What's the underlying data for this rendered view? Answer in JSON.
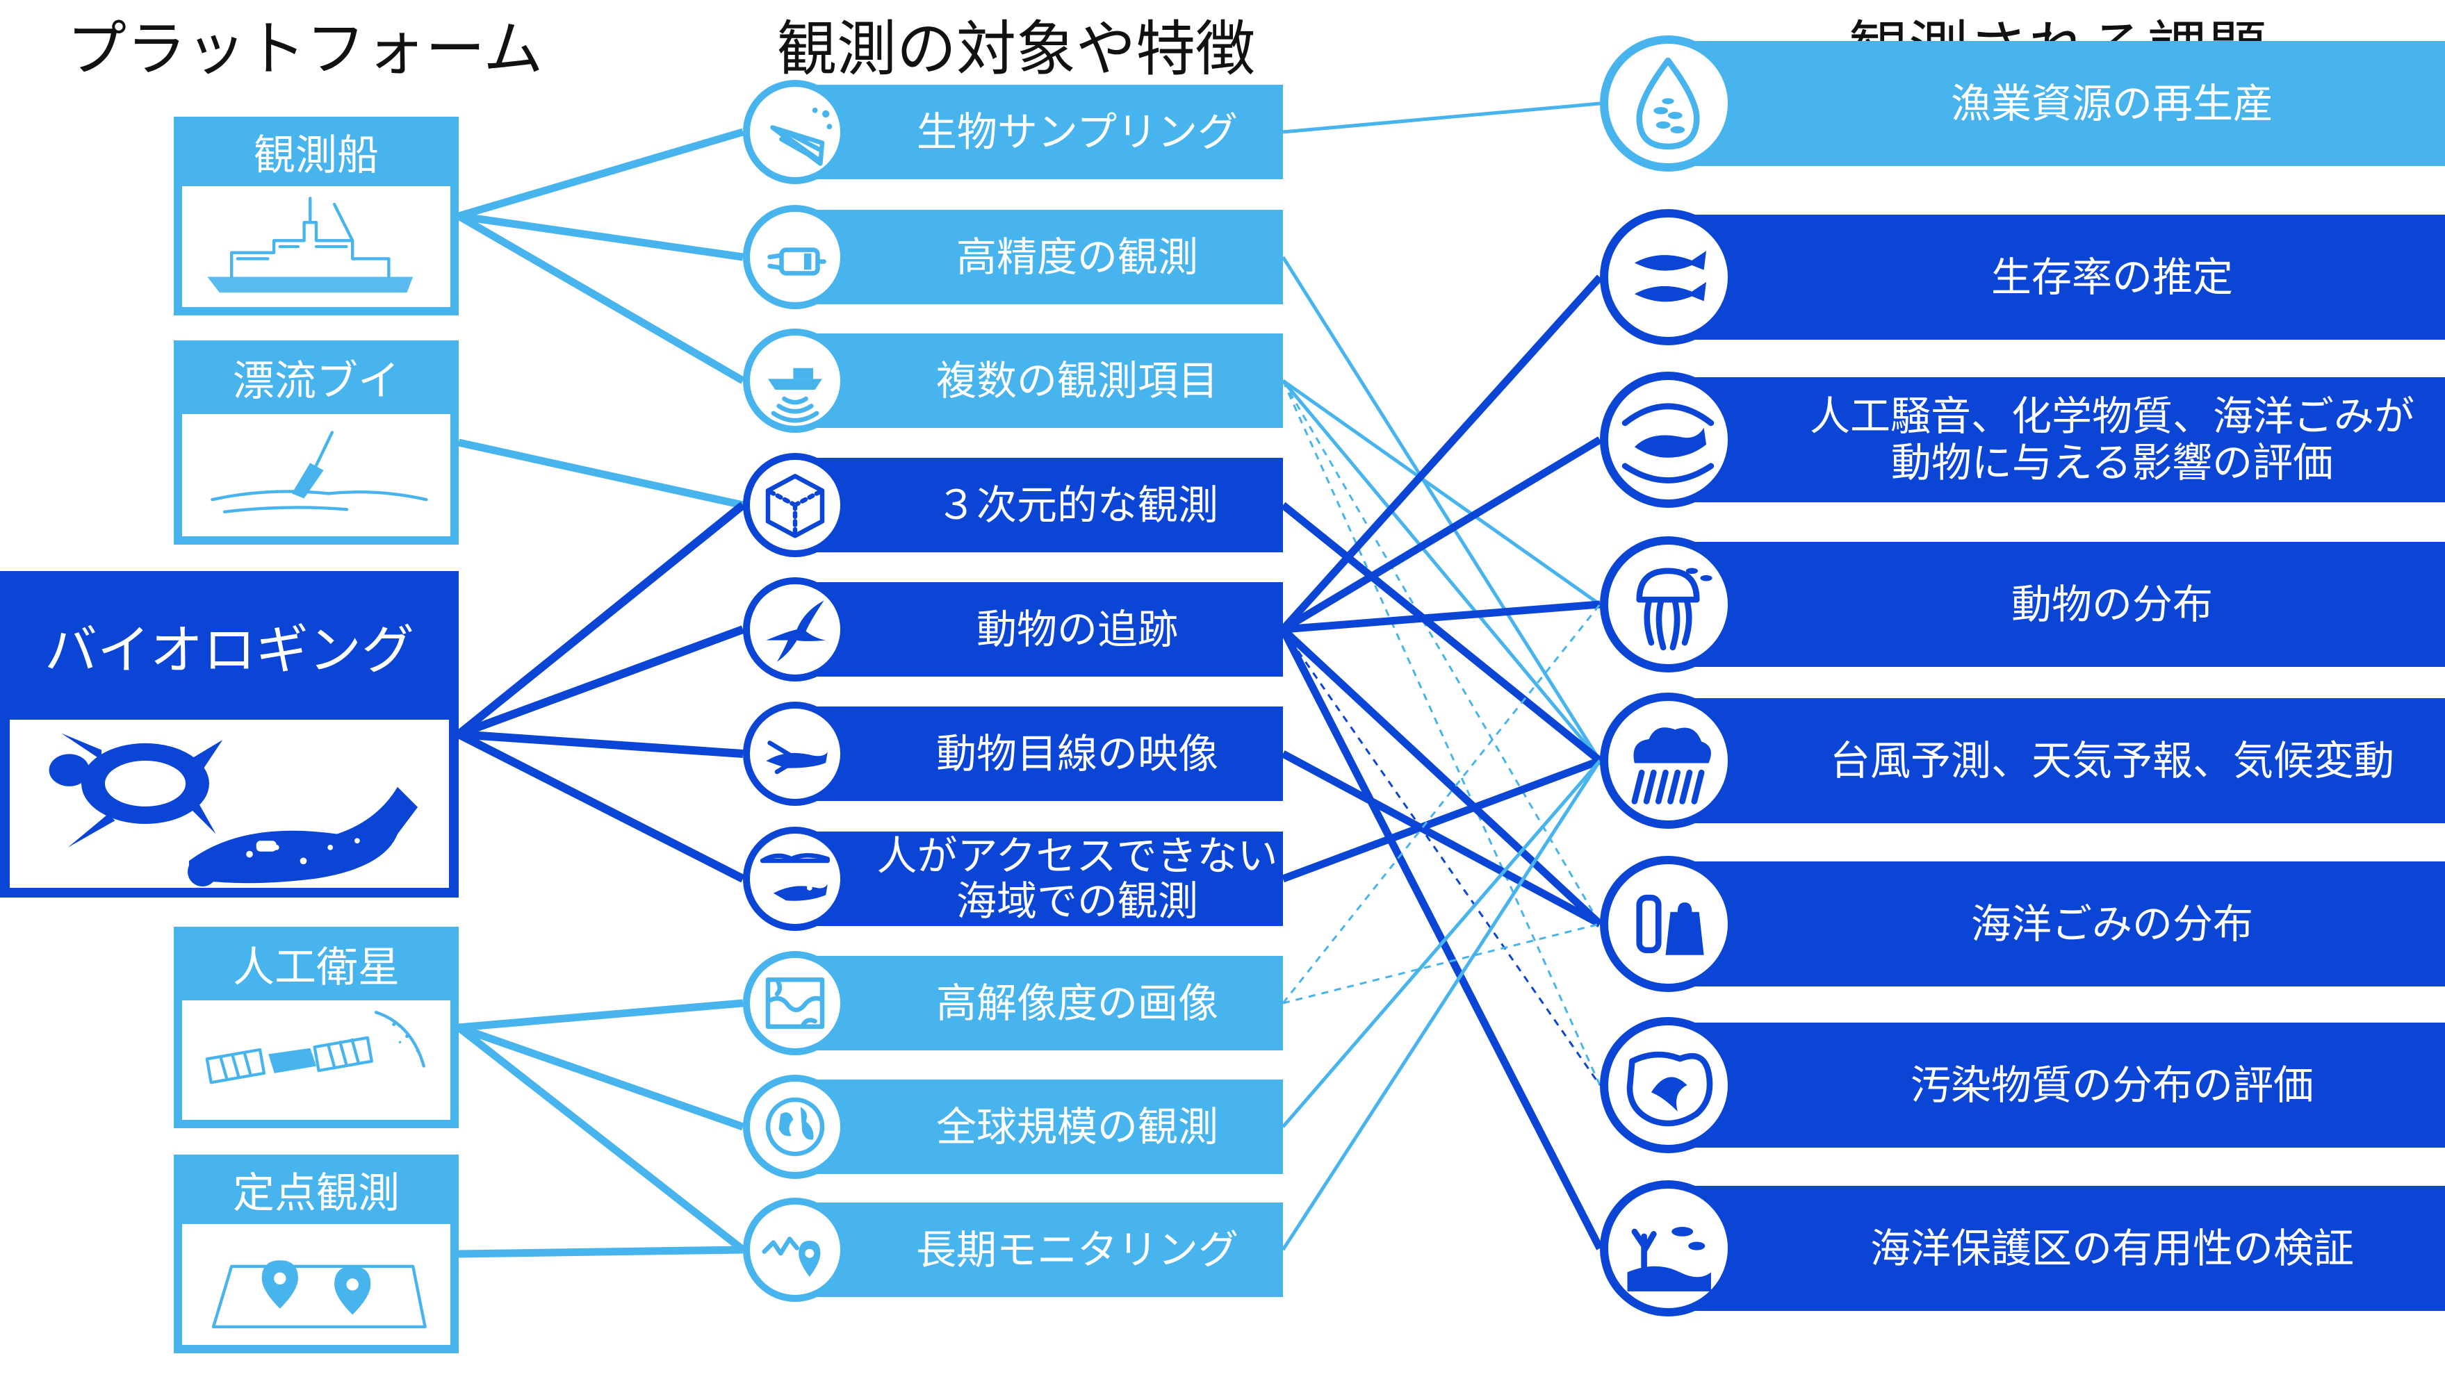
{
  "headings": {
    "platforms": "プラットフォーム",
    "features": "観測の対象や特徴",
    "challenges": "観測される課題"
  },
  "colors": {
    "light": "#48b4ee",
    "dark": "#0b45d6"
  },
  "platforms": [
    {
      "id": "ship",
      "label": "観測船",
      "icon": "research-ship-icon",
      "style": "light"
    },
    {
      "id": "buoy",
      "label": "漂流ブイ",
      "icon": "drifting-buoy-icon",
      "style": "light"
    },
    {
      "id": "biologging",
      "label": "バイオロギング",
      "icon": "turtle-and-seal-icon",
      "style": "dark"
    },
    {
      "id": "satellite",
      "label": "人工衛星",
      "icon": "satellite-icon",
      "style": "light"
    },
    {
      "id": "fixed",
      "label": "定点観測",
      "icon": "map-pins-icon",
      "style": "light"
    }
  ],
  "features": [
    {
      "id": "f0",
      "label": "生物サンプリング",
      "icon": "plankton-net-icon",
      "style": "light"
    },
    {
      "id": "f1",
      "label": "高精度の観測",
      "icon": "sensor-instrument-icon",
      "style": "light"
    },
    {
      "id": "f2",
      "label": "複数の観測項目",
      "icon": "sonar-ship-icon",
      "style": "light"
    },
    {
      "id": "f3",
      "label": "３次元的な観測",
      "icon": "cube-icon",
      "style": "dark"
    },
    {
      "id": "f4",
      "label": "動物の追跡",
      "icon": "seabird-icon",
      "style": "dark"
    },
    {
      "id": "f5",
      "label": "動物目線の映像",
      "icon": "seal-with-camera-icon",
      "style": "dark"
    },
    {
      "id": "f6",
      "label": "人がアクセスできない\n海域での観測",
      "icon": "under-ice-seal-icon",
      "style": "dark"
    },
    {
      "id": "f7",
      "label": "高解像度の画像",
      "icon": "satellite-map-icon",
      "style": "light"
    },
    {
      "id": "f8",
      "label": "全球規模の観測",
      "icon": "globe-icon",
      "style": "light"
    },
    {
      "id": "f9",
      "label": "長期モニタリング",
      "icon": "timeseries-pin-icon",
      "style": "light"
    }
  ],
  "challenges": [
    {
      "id": "c0",
      "label": "漁業資源の再生産",
      "icon": "fish-in-drop-icon",
      "style": "light"
    },
    {
      "id": "c1",
      "label": "生存率の推定",
      "icon": "fish-pair-icon",
      "style": "dark"
    },
    {
      "id": "c2",
      "label": "人工騒音、化学物質、海洋ごみが\n動物に与える影響の評価",
      "icon": "whale-noise-icon",
      "style": "dark"
    },
    {
      "id": "c3",
      "label": "動物の分布",
      "icon": "jellyfish-icon",
      "style": "dark"
    },
    {
      "id": "c4",
      "label": "台風予測、天気予報、気候変動",
      "icon": "storm-cloud-icon",
      "style": "dark"
    },
    {
      "id": "c5",
      "label": "海洋ごみの分布",
      "icon": "plastic-waste-icon",
      "style": "dark"
    },
    {
      "id": "c6",
      "label": "汚染物質の分布の評価",
      "icon": "polluted-water-icon",
      "style": "dark"
    },
    {
      "id": "c7",
      "label": "海洋保護区の有用性の検証",
      "icon": "coral-reef-icon",
      "style": "dark"
    }
  ],
  "platform_links": [
    {
      "from": "ship",
      "to": "f0",
      "style": "light"
    },
    {
      "from": "ship",
      "to": "f1",
      "style": "light"
    },
    {
      "from": "ship",
      "to": "f2",
      "style": "light"
    },
    {
      "from": "buoy",
      "to": "f3",
      "style": "light"
    },
    {
      "from": "biologging",
      "to": "f3",
      "style": "dark"
    },
    {
      "from": "biologging",
      "to": "f4",
      "style": "dark"
    },
    {
      "from": "biologging",
      "to": "f5",
      "style": "dark"
    },
    {
      "from": "biologging",
      "to": "f6",
      "style": "dark"
    },
    {
      "from": "satellite",
      "to": "f7",
      "style": "light"
    },
    {
      "from": "satellite",
      "to": "f8",
      "style": "light"
    },
    {
      "from": "satellite",
      "to": "f9",
      "style": "light"
    },
    {
      "from": "fixed",
      "to": "f9",
      "style": "light"
    }
  ],
  "challenge_links": [
    {
      "from": "f0",
      "to": "c0",
      "style": "light",
      "dashed": false
    },
    {
      "from": "f1",
      "to": "c4",
      "style": "light",
      "dashed": false
    },
    {
      "from": "f2",
      "to": "c3",
      "style": "light",
      "dashed": false
    },
    {
      "from": "f2",
      "to": "c4",
      "style": "light",
      "dashed": false
    },
    {
      "from": "f2",
      "to": "c5",
      "style": "light",
      "dashed": true
    },
    {
      "from": "f2",
      "to": "c6",
      "style": "light",
      "dashed": true
    },
    {
      "from": "f3",
      "to": "c4",
      "style": "dark",
      "dashed": false
    },
    {
      "from": "f4",
      "to": "c1",
      "style": "dark",
      "dashed": false
    },
    {
      "from": "f4",
      "to": "c2",
      "style": "dark",
      "dashed": false
    },
    {
      "from": "f4",
      "to": "c3",
      "style": "dark",
      "dashed": false
    },
    {
      "from": "f4",
      "to": "c5",
      "style": "dark",
      "dashed": false
    },
    {
      "from": "f4",
      "to": "c6",
      "style": "dark",
      "dashed": true
    },
    {
      "from": "f4",
      "to": "c7",
      "style": "dark",
      "dashed": false
    },
    {
      "from": "f5",
      "to": "c5",
      "style": "dark",
      "dashed": false
    },
    {
      "from": "f6",
      "to": "c4",
      "style": "dark",
      "dashed": false
    },
    {
      "from": "f7",
      "to": "c3",
      "style": "light",
      "dashed": true
    },
    {
      "from": "f7",
      "to": "c5",
      "style": "light",
      "dashed": true
    },
    {
      "from": "f8",
      "to": "c4",
      "style": "light",
      "dashed": false
    },
    {
      "from": "f9",
      "to": "c4",
      "style": "light",
      "dashed": false
    }
  ]
}
